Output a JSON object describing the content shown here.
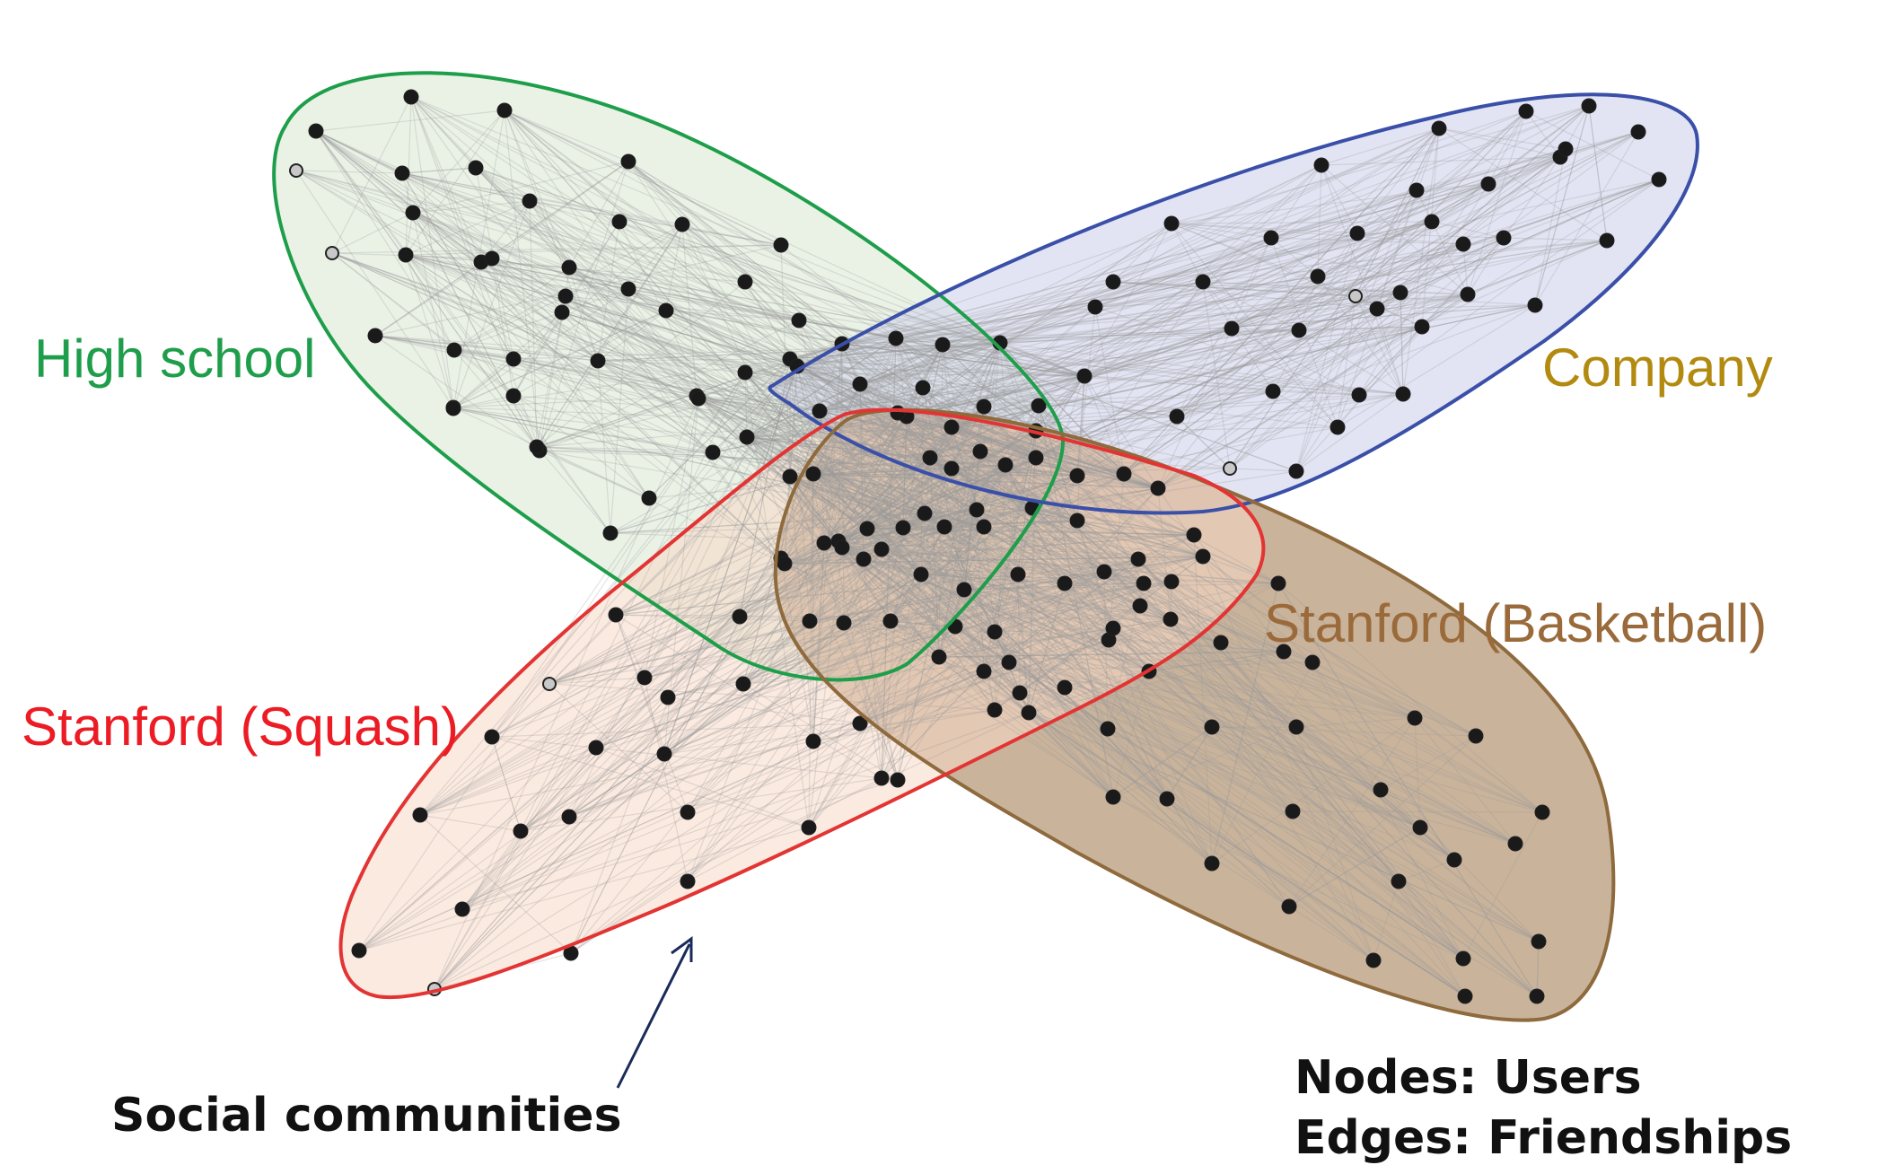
{
  "diagram": {
    "communities": [
      {
        "name": "High school",
        "color": "#1e9e4a",
        "fill": "#d9e8d2"
      },
      {
        "name": "Company",
        "color": "#b38a10",
        "outline": "#3a4fa8",
        "fill": "#d2d5ec"
      },
      {
        "name": "Stanford (Basketball)",
        "color": "#9a6a3a",
        "outline": "#8e6a3c",
        "fill": "#b79a7a"
      },
      {
        "name": "Stanford (Squash)",
        "color": "#ec1b24",
        "outline": "#e33434",
        "fill": "#f8d8c6"
      }
    ],
    "caption": "Social communities",
    "legend": {
      "nodes": "Nodes: Users",
      "edges": "Edges: Friendships"
    },
    "colors": {
      "node": "#1a1a1a",
      "node_hollow": "#c8c8c8",
      "edge": "#9a9a9a",
      "arrow": "#1a2a5a"
    }
  }
}
